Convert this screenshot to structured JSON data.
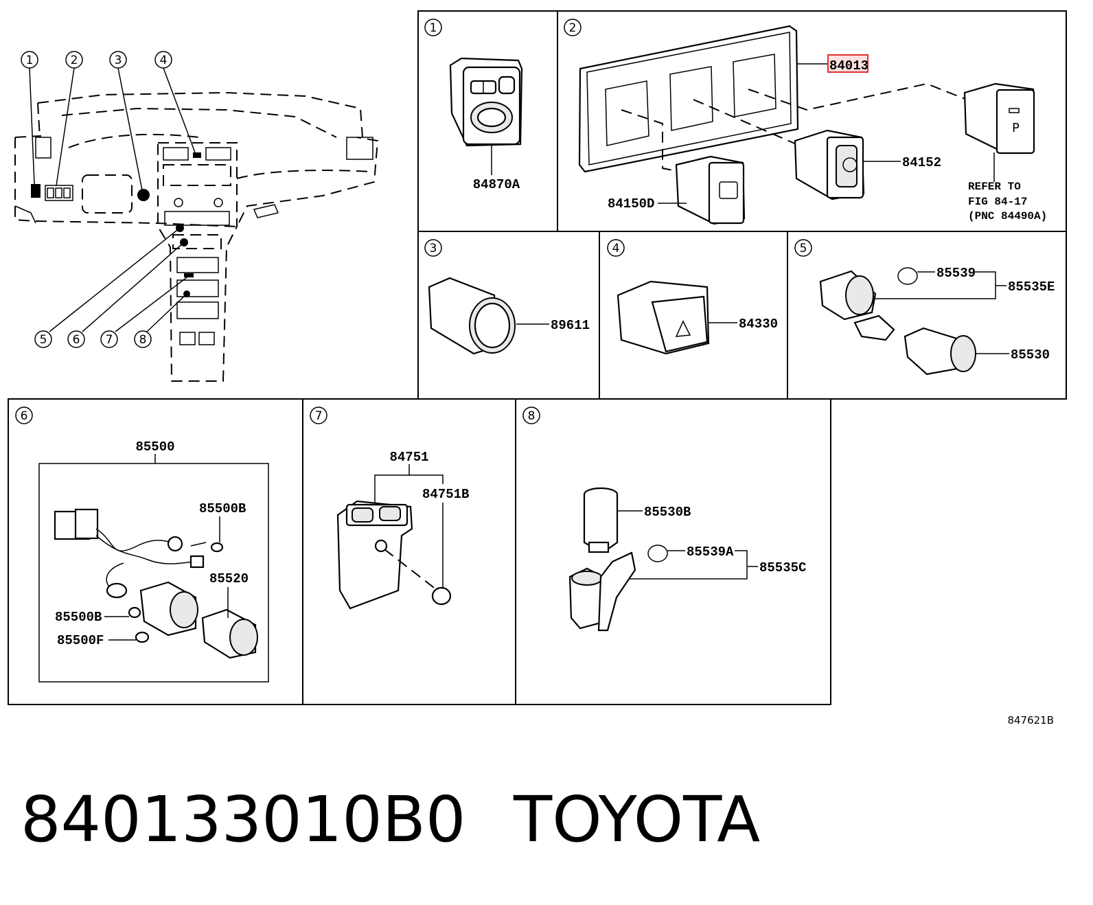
{
  "overview": {
    "callouts": [
      "1",
      "2",
      "3",
      "4",
      "5",
      "6",
      "7",
      "8"
    ]
  },
  "panels": [
    {
      "id": "1",
      "parts": [
        "84870A"
      ]
    },
    {
      "id": "2",
      "parts": [
        "84013",
        "84152",
        "84150D"
      ],
      "refer": [
        "REFER TO",
        "FIG 84-17",
        "(PNC 84490A)"
      ]
    },
    {
      "id": "3",
      "parts": [
        "89611"
      ]
    },
    {
      "id": "4",
      "parts": [
        "84330"
      ]
    },
    {
      "id": "5",
      "parts": [
        "85539",
        "85535E",
        "85530"
      ]
    },
    {
      "id": "6",
      "parts": [
        "85500",
        "85500B",
        "85520",
        "85500B",
        "85500F"
      ]
    },
    {
      "id": "7",
      "parts": [
        "84751",
        "84751B"
      ]
    },
    {
      "id": "8",
      "parts": [
        "85530B",
        "85539A",
        "85535C"
      ]
    }
  ],
  "highlighted_part": "84013",
  "illustration_code": "847621B",
  "footer": {
    "part_number": "840133010B0",
    "brand": "TOYOTA"
  }
}
